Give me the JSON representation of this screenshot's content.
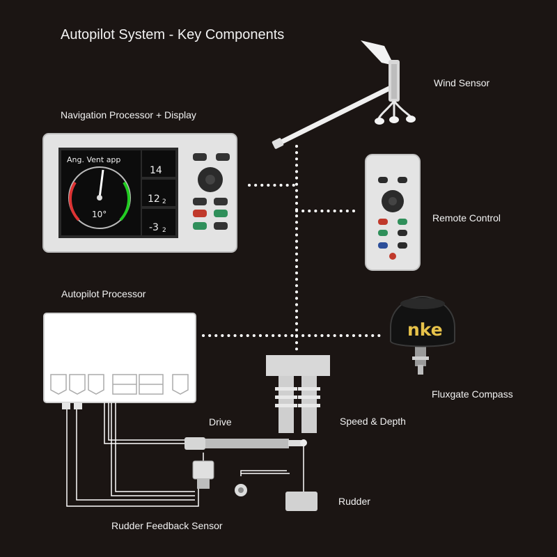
{
  "title": "Autopilot System - Key Components",
  "labels": {
    "wind_sensor": "Wind Sensor",
    "nav_display": "Navigation Processor + Display",
    "remote_control": "Remote Control",
    "autopilot_processor": "Autopilot Processor",
    "fluxgate_compass": "Fluxgate Compass",
    "drive": "Drive",
    "speed_depth": "Speed & Depth",
    "rudder": "Rudder",
    "rudder_feedback": "Rudder Feedback Sensor"
  },
  "display": {
    "gauge_title": "Ang. Vent app",
    "gauge_value": "10°",
    "readout_1": "14",
    "readout_2": "12",
    "readout_2_dec": "2",
    "readout_3": "-3",
    "readout_3_dec": "2"
  },
  "compass_brand": "nke",
  "colors": {
    "background": "#1b1513",
    "device_body": "#e6e6e6",
    "connection": "#ffffff",
    "button_red": "#c0392b",
    "button_green": "#2f8f5a",
    "button_blue": "#2c4f9a"
  }
}
